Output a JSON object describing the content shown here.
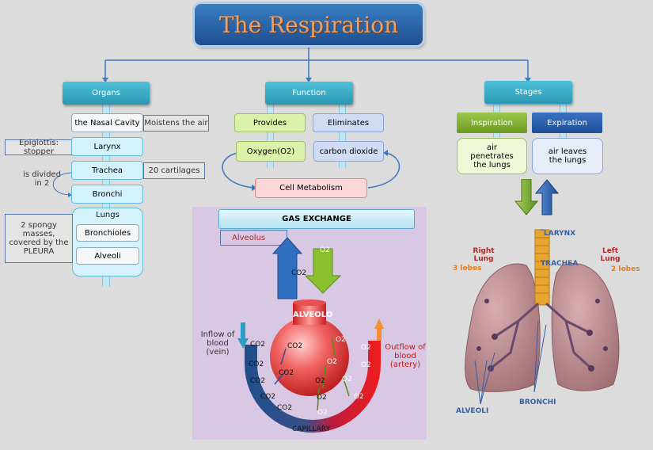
{
  "title": "The Respiration",
  "organs": {
    "header": "Organs",
    "nasal_cavity": "the Nasal Cavity",
    "moistens": "Moistens the air",
    "epiglottis": "Epiglottis: stopper",
    "larynx": "Larynx",
    "trachea": "Trachea",
    "cartilages": "20 cartilages",
    "divided": "is divided in 2",
    "bronchi": "Bronchi",
    "lungs": "Lungs",
    "spongy": "2 spongy masses, covered by the PLEURA",
    "bronchioles": "Bronchioles",
    "alveoli": "Alveoli"
  },
  "function": {
    "header": "Function",
    "provides": "Provides",
    "eliminates": "Eliminates",
    "oxygen": "Oxygen(O2)",
    "co2": "carbon dioxide",
    "metabolism": "Cell Metabolism"
  },
  "stages": {
    "header": "Stages",
    "inspiration": "Inspiration",
    "expiration": "Expiration",
    "insp_text": "air penetrates the lungs",
    "exp_text": "air leaves the lungs"
  },
  "gas": {
    "header": "GAS EXCHANGE",
    "alveolus": "Alveolus",
    "alveolo": "ALVEOLO",
    "o2": "O2",
    "co2": "CO2",
    "inflow": "Inflow of blood (vein)",
    "outflow": "Outflow of blood (artery)",
    "capillary": "CAPILLARY"
  },
  "lung_diagram": {
    "larynx": "LARYNX",
    "trachea": "TRACHEA",
    "right_lung": "Right Lung",
    "right_lobes": "3 lobes",
    "left_lung": "Left Lung",
    "left_lobes": "2 lobes",
    "alveoli": "ALVEOLI",
    "bronchi": "BRONCHI"
  },
  "colors": {
    "header_cyan": "#2a97b3",
    "title_blue": "#1d4f8f",
    "title_text": "#f0a060",
    "panel_purple": "#d9c8e4",
    "blood_red": "#e02020",
    "vein_blue": "#1f4f8a"
  }
}
